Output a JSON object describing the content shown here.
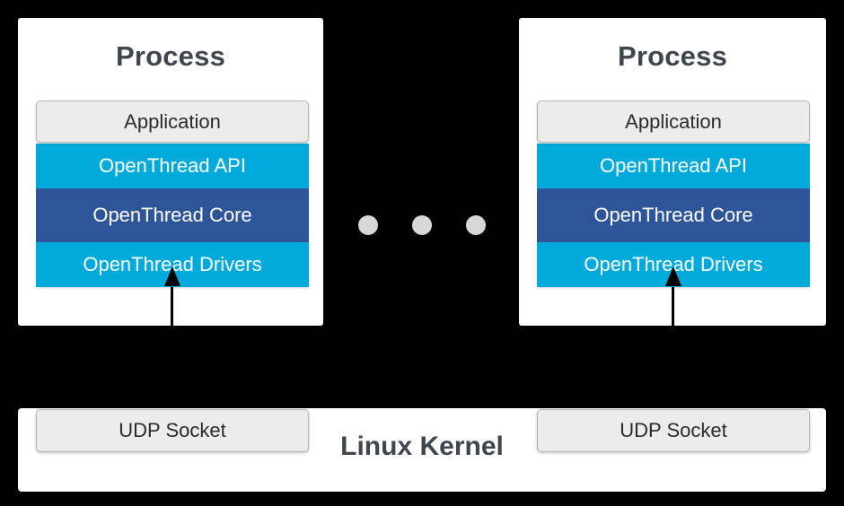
{
  "diagram": {
    "title": "OpenThread multiple-process architecture over Linux Kernel UDP sockets",
    "background_color": "#000000",
    "colors": {
      "card": "#ffffff",
      "layer_gray": "#ececec",
      "layer_gray_border": "#b6b6b6",
      "layer_cyan": "#00aada",
      "layer_blue": "#2e5597",
      "title_text": "#3f464e",
      "dot": "#d7d7d7",
      "arrow": "#000000"
    }
  },
  "processes": [
    {
      "id": "process-left",
      "title": "Process",
      "layers": [
        {
          "label": "Application",
          "style": "gray"
        },
        {
          "label": "OpenThread API",
          "style": "cyan"
        },
        {
          "label": "OpenThread Core",
          "style": "blue"
        },
        {
          "label": "OpenThread Drivers",
          "style": "cyan"
        }
      ]
    },
    {
      "id": "process-right",
      "title": "Process",
      "layers": [
        {
          "label": "Application",
          "style": "gray"
        },
        {
          "label": "OpenThread API",
          "style": "cyan"
        },
        {
          "label": "OpenThread Core",
          "style": "blue"
        },
        {
          "label": "OpenThread Drivers",
          "style": "cyan"
        }
      ]
    }
  ],
  "ellipsis": {
    "dot_count": 3,
    "meaning": "additional processes"
  },
  "arrows": [
    {
      "id": "arrow-left",
      "direction": "up",
      "from": "UDP Socket",
      "to": "OpenThread Drivers"
    },
    {
      "id": "arrow-right",
      "direction": "up",
      "from": "UDP Socket",
      "to": "OpenThread Drivers"
    }
  ],
  "kernel": {
    "title": "Linux Kernel",
    "sockets": [
      {
        "id": "udp-left",
        "label": "UDP Socket"
      },
      {
        "id": "udp-right",
        "label": "UDP Socket"
      }
    ]
  }
}
